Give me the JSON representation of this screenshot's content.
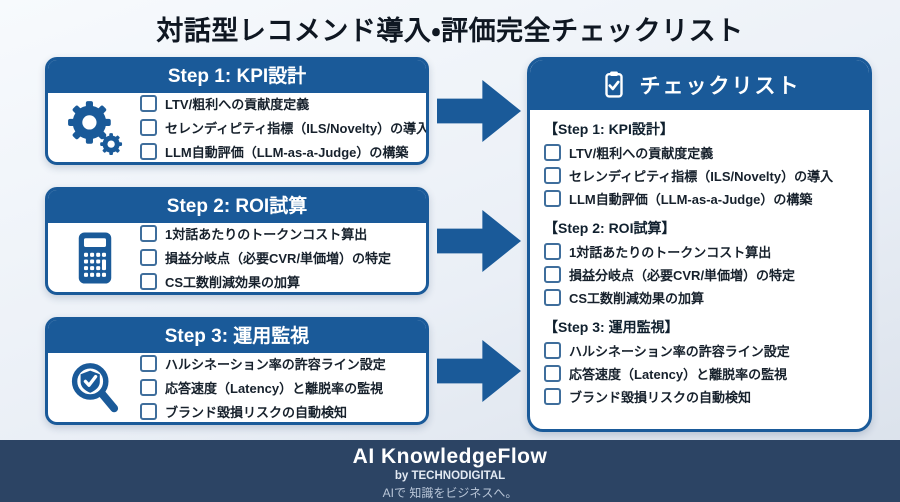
{
  "title": "対話型レコメンド導入・評価完全チェックリスト",
  "steps": [
    {
      "header": "Step 1: KPI設計",
      "icon": "gears-icon",
      "items": [
        "LTV/粗利への貢献度定義",
        "セレンディピティ指標（ILS/Novelty）の導入",
        "LLM自動評価（LLM-as-a-Judge）の構築"
      ]
    },
    {
      "header": "Step 2: ROI試算",
      "icon": "calculator-icon",
      "items": [
        "1対話あたりのトークンコスト算出",
        "損益分岐点（必要CVR/単価増）の特定",
        "CS工数削減効果の加算"
      ]
    },
    {
      "header": "Step 3: 運用監視",
      "icon": "magnifier-shield-check-icon",
      "items": [
        "ハルシネーション率の許容ライン設定",
        "応答速度（Latency）と離脱率の監視",
        "ブランド毀損リスクの自動検知"
      ]
    }
  ],
  "checklist_panel": {
    "title": "チェックリスト",
    "icon": "clipboard-check-icon",
    "sections": [
      {
        "header": "【Step 1: KPI設計】",
        "items": [
          "LTV/粗利への貢献度定義",
          "セレンディピティ指標（ILS/Novelty）の導入",
          "LLM自動評価（LLM-as-a-Judge）の構築"
        ]
      },
      {
        "header": "【Step 2: ROI試算】",
        "items": [
          "1対話あたりのトークンコスト算出",
          "損益分岐点（必要CVR/単価増）の特定",
          "CS工数削減効果の加算"
        ]
      },
      {
        "header": "【Step 3: 運用監視】",
        "items": [
          "ハルシネーション率の許容ライン設定",
          "応答速度（Latency）と離脱率の監視",
          "ブランド毀損リスクの自動検知"
        ]
      }
    ]
  },
  "footer": {
    "brand": "AI KnowledgeFlow",
    "byline": "by TECHNODIGITAL",
    "tagline": "AIで 知識をビジネスへ。"
  },
  "colors": {
    "accent_blue": "#1a5a99",
    "footer_navy": "#2c4464",
    "checkbox_border": "#3f6e9c",
    "background_light": "#eef2f8"
  }
}
